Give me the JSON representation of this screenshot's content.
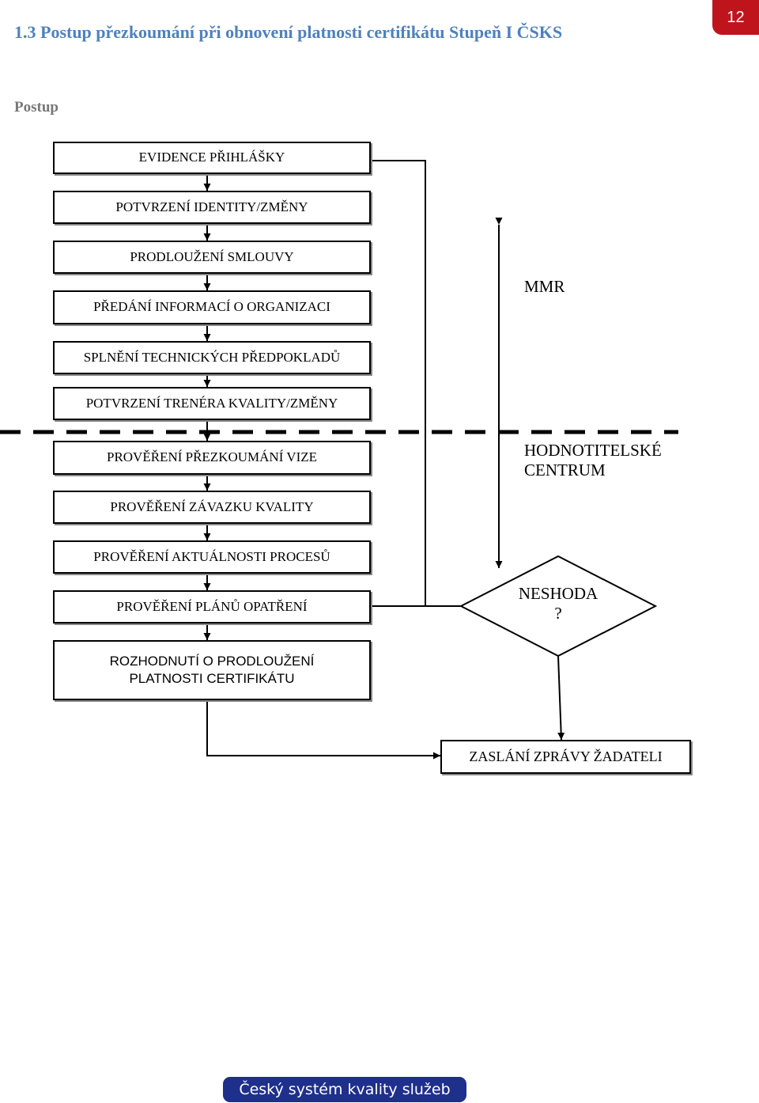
{
  "header": {
    "title": "1.3 Postup přezkoumání při obnovení platnosti certifikátu Stupeň I ČSKS",
    "page_number": "12",
    "accent_color": "#4F81BD",
    "badge_color": "#C0141C"
  },
  "section_label": "Postup",
  "flow": {
    "steps": [
      "EVIDENCE PŘIHLÁŠKY",
      "POTVRZENÍ IDENTITY/ZMĚNY",
      "PRODLOUŽENÍ SMLOUVY",
      "PŘEDÁNÍ INFORMACÍ O ORGANIZACI",
      "SPLNĚNÍ TECHNICKÝCH PŘEDPOKLADŮ",
      "POTVRZENÍ TRENÉRA KVALITY/ZMĚNY",
      "PROVĚŘENÍ PŘEZKOUMÁNÍ VIZE",
      "PROVĚŘENÍ ZÁVAZKU KVALITY",
      "PROVĚŘENÍ AKTUÁLNOSTI PROCESŮ",
      "PROVĚŘENÍ PLÁNŮ OPATŘENÍ"
    ],
    "decision_line1": "ROZHODNUTÍ O PRODLOUŽENÍ",
    "decision_line2": "PLATNOSTI CERTIFIKÁTU",
    "side_top": "MMR",
    "side_bottom_line1": "HODNOTITELSKÉ",
    "side_bottom_line2": "CENTRUM",
    "diamond_line1": "NESHODA",
    "diamond_line2": "?",
    "final_box": "ZASLÁNÍ ZPRÁVY ŽADATELI"
  },
  "footer": {
    "text": "Český systém kvality služeb",
    "color": "#1F2F8C"
  }
}
